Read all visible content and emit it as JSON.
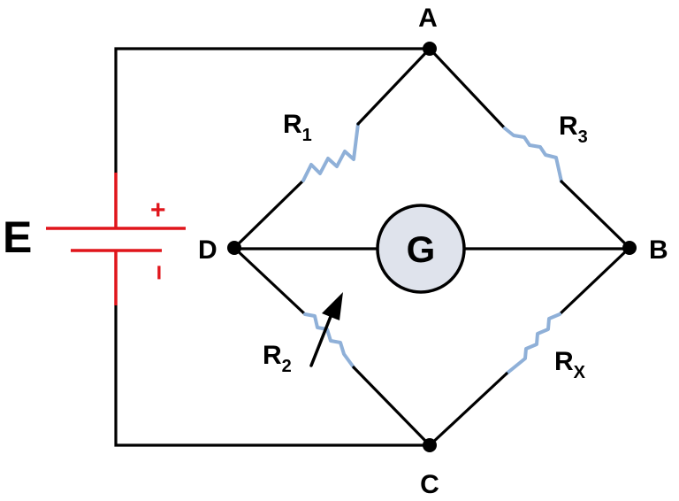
{
  "source": {
    "label": "E",
    "plus": "+",
    "minus": "−"
  },
  "nodes": {
    "a": "A",
    "b": "B",
    "c": "C",
    "d": "D"
  },
  "galvanometer": {
    "label": "G"
  },
  "resistors": {
    "r1": {
      "main": "R",
      "sub": "1"
    },
    "r2": {
      "main": "R",
      "sub": "2"
    },
    "r3": {
      "main": "R",
      "sub": "3"
    },
    "rx": {
      "main": "R",
      "sub": "X"
    }
  },
  "colors": {
    "wire": "#000000",
    "resistor": "#8fb0d8",
    "battery": "#e0151b",
    "galvanometer_fill": "#dfe3ec"
  }
}
